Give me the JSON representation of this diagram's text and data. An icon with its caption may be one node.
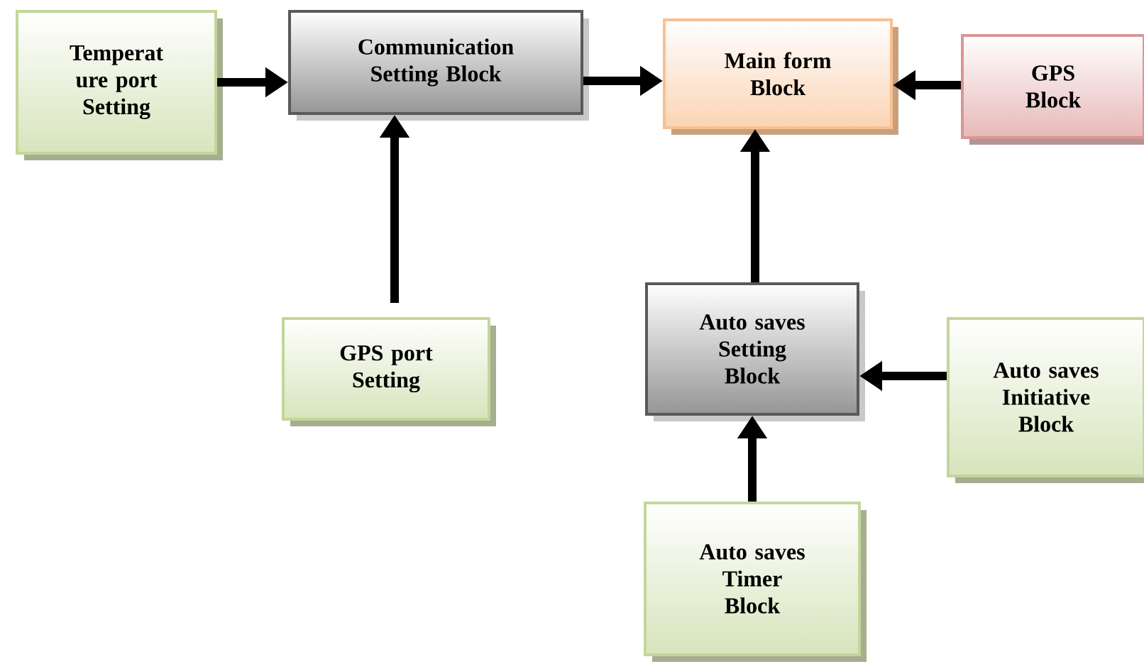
{
  "diagram": {
    "nodes": [
      {
        "text": [
          "Temperat ure port Setting"
        ]
      },
      {
        "text": [
          "Communication Setting Block"
        ]
      },
      {
        "text": [
          "Main form Block"
        ]
      },
      {
        "text": [
          "GPS Block"
        ]
      },
      {
        "text": [
          "GPS port Setting"
        ]
      },
      {
        "text": [
          "Auto saves Setting Block"
        ]
      },
      {
        "text": [
          "Auto saves Initiative Block"
        ]
      },
      {
        "text": [
          "Auto saves Timer Block"
        ]
      }
    ],
    "edges": [
      {
        "from": 0,
        "to": 1,
        "arrow": "to"
      },
      {
        "from": 1,
        "to": 2,
        "arrow": "to"
      },
      {
        "from": 3,
        "to": 2,
        "arrow": "to"
      },
      {
        "from": 4,
        "to": 1,
        "arrow": "to"
      },
      {
        "from": 5,
        "to": 2,
        "arrow": "to"
      },
      {
        "from": 6,
        "to": 5,
        "arrow": "to"
      },
      {
        "from": 7,
        "to": 5,
        "arrow": "to"
      }
    ]
  }
}
